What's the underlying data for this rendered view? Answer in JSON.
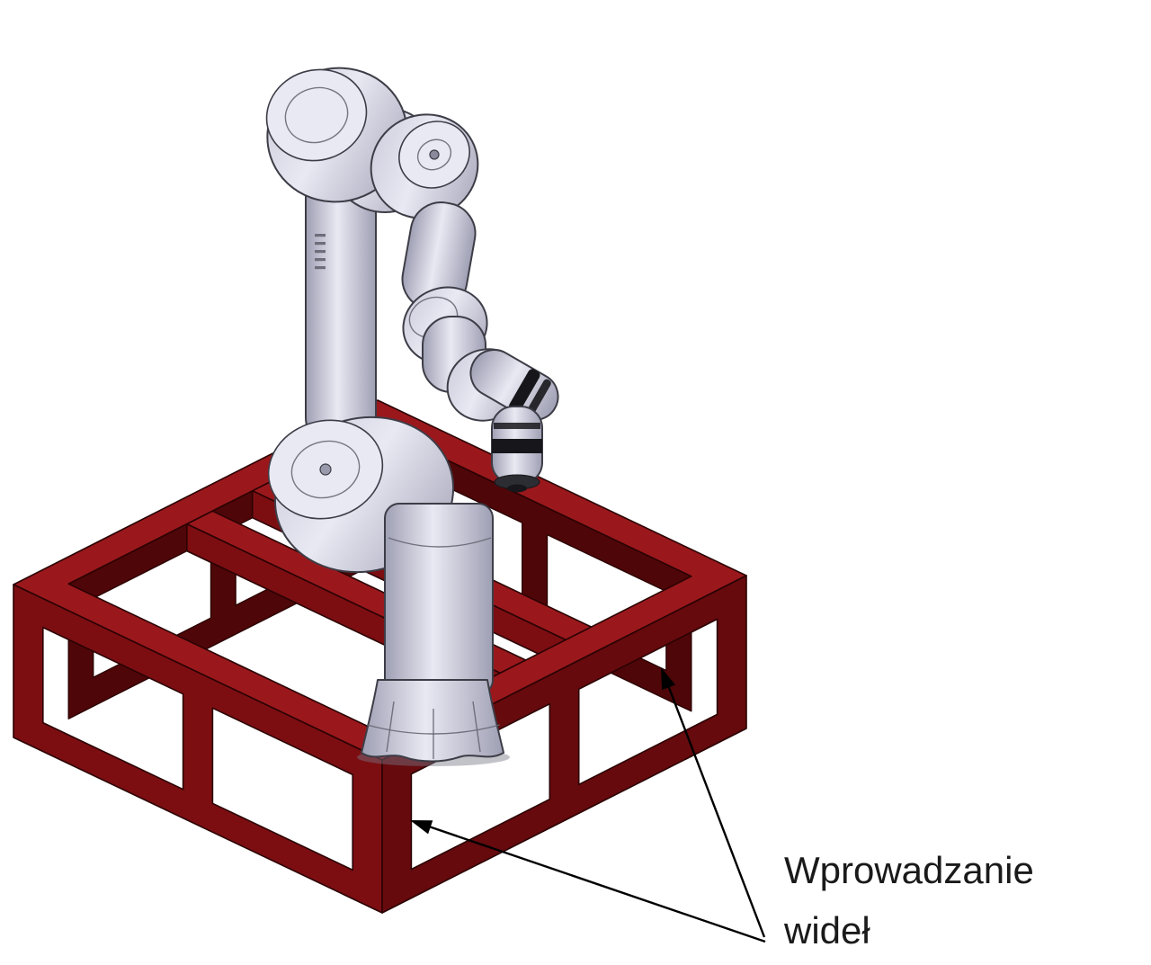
{
  "figure": {
    "alt": "CAD view of a six-axis robot arm mounted on a dark red welded steel base frame with fork entry openings for a forklift",
    "annotation": {
      "line1": "Wprowadzanie",
      "line2": "wideł"
    }
  },
  "colors": {
    "background": "#ffffff",
    "frame_top": "#9a181c",
    "frame_front_left": "#7c0e12",
    "frame_front_right": "#660a0d",
    "frame_inner": "#4f0608",
    "frame_outline": "#2a0203",
    "robot_light": "#e9e9f3",
    "robot_mid": "#c7c7d8",
    "robot_dark": "#9f9fb4",
    "robot_outline": "#3d3d47",
    "detail_black": "#17171b",
    "leader": "#000000",
    "text": "#1a1a1a"
  }
}
